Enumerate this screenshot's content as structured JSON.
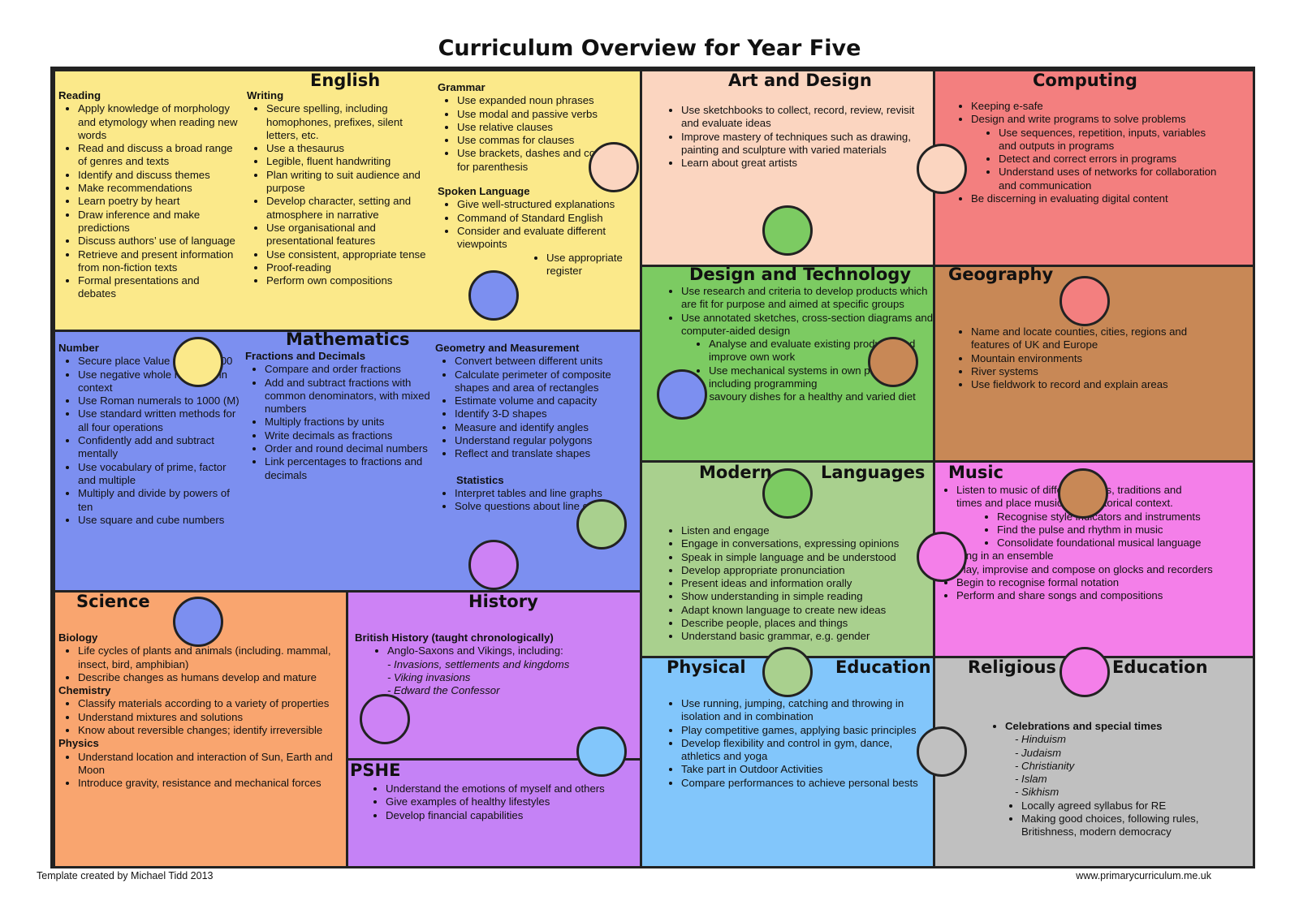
{
  "title": "Curriculum Overview for Year Five",
  "footer": {
    "left": "Template created by Michael Tidd  2013",
    "right": "www.primarycurriculum.me.uk"
  },
  "english": {
    "title": "English",
    "reading": {
      "heading": "Reading",
      "items": [
        "Apply knowledge of morphology and etymology when reading new words",
        "Read and discuss a broad range of genres and texts",
        "Identify and discuss themes",
        "Make recommendations",
        "Learn poetry by heart",
        "Draw inference and make predictions",
        "Discuss authors’ use of language",
        "Retrieve and present information from non-fiction texts",
        "Formal presentations and debates"
      ]
    },
    "writing": {
      "heading": "Writing",
      "items": [
        "Secure spelling, including homophones, prefixes, silent letters, etc.",
        "Use a thesaurus",
        "Legible, fluent handwriting",
        "Plan writing to suit audience and purpose",
        "Develop character, setting and atmosphere in narrative",
        "Use organisational and presentational features",
        "Use consistent, appropriate tense",
        "Proof-reading",
        "Perform own compositions"
      ]
    },
    "grammar": {
      "heading": "Grammar",
      "items": [
        "Use expanded noun phrases",
        "Use modal and passive verbs",
        "Use relative clauses",
        "Use commas for clauses",
        "Use brackets, dashes and commas for parenthesis"
      ]
    },
    "spoken": {
      "heading": "Spoken Language",
      "items": [
        "Give well-structured explanations",
        "Command of Standard English",
        "Consider and evaluate different viewpoints"
      ],
      "sub": [
        "Use appropriate register"
      ]
    }
  },
  "art": {
    "title": "Art and Design",
    "items": [
      "Use sketchbooks to collect, record, review, revisit and evaluate ideas",
      "Improve mastery of techniques such as drawing, painting and sculpture with varied materials",
      "Learn about great artists"
    ]
  },
  "computing": {
    "title": "Computing",
    "items": [
      "Keeping e-safe",
      "Design and write programs to solve problems"
    ],
    "sub": [
      "Use sequences, repetition, inputs, variables and outputs in programs",
      "Detect and correct errors in programs",
      "Understand uses of networks for collaboration and communication"
    ],
    "last": [
      "Be discerning in evaluating digital content"
    ]
  },
  "maths": {
    "title": "Mathematics",
    "number": {
      "heading": "Number",
      "items": [
        "Secure place Value to 1,000,000",
        "Use negative whole numbers in context",
        "Use Roman numerals to 1000 (M)",
        "Use standard written methods for all four operations",
        "Confidently add and subtract mentally",
        "Use vocabulary of prime, factor and multiple",
        "Multiply and divide by powers of ten",
        "Use square and cube numbers"
      ]
    },
    "fractions": {
      "heading": "Fractions and Decimals",
      "items": [
        "Compare and order fractions",
        "Add and subtract fractions with common denominators, with mixed numbers",
        "Multiply fractions by units",
        "Write decimals as fractions",
        "Order and round decimal numbers",
        "Link percentages to fractions and decimals"
      ]
    },
    "geometry": {
      "heading": "Geometry and Measurement",
      "items": [
        "Convert between different units",
        "Calculate perimeter of composite shapes and area of rectangles",
        "Estimate volume and capacity",
        "Identify 3-D shapes",
        "Measure and identify angles",
        "Understand regular polygons",
        "Reflect and translate shapes"
      ]
    },
    "statistics": {
      "heading": "Statistics",
      "items": [
        "Interpret tables and line graphs",
        "Solve questions about line graphs"
      ]
    }
  },
  "dt": {
    "title": "Design and Technology",
    "items": [
      "Use research and criteria to develop products which are fit for purpose and aimed at specific groups",
      "Use annotated sketches, cross-section diagrams and computer-aided design"
    ],
    "sub": [
      "Analyse and evaluate existing products and improve own work",
      "Use mechanical systems in own products, including programming"
    ],
    "last": [
      "Cook savoury dishes for a healthy and varied diet"
    ]
  },
  "geography": {
    "title": "Geography",
    "items": [
      "Name and locate counties, cities, regions and features of UK and Europe",
      "Mountain environments",
      "River systems",
      "Use fieldwork to record and explain areas"
    ]
  },
  "languages": {
    "title_left": "Modern",
    "title_right": "Languages",
    "items": [
      "Listen and engage",
      "Engage in conversations, expressing opinions",
      "Speak in simple language and be understood",
      "Develop appropriate pronunciation",
      "Present ideas and information orally",
      "Show understanding in simple reading",
      "Adapt known language to create new ideas",
      "Describe people, places and things",
      "Understand basic grammar, e.g. gender"
    ]
  },
  "music": {
    "title": "Music",
    "intro": "Listen to music of different styles, traditions and times and place music in its historical context.",
    "sub": [
      "Recognise style indicators and instruments",
      "Find the pulse and rhythm in music",
      "Consolidate foundational musical language"
    ],
    "items": [
      "Sing in an ensemble",
      "Play, improvise and compose on glocks and recorders",
      "Begin to recognise formal notation",
      "Perform and share songs and compositions"
    ]
  },
  "science": {
    "title": "Science",
    "biology": {
      "heading": "Biology",
      "items": [
        "Life cycles of plants and animals (including. mammal, insect, bird, amphibian)",
        "Describe changes as humans develop and mature"
      ]
    },
    "chemistry": {
      "heading": "Chemistry",
      "items": [
        "Classify materials according to a variety of properties",
        "Understand mixtures and solutions",
        "Know about reversible changes; identify irreversible"
      ]
    },
    "physics": {
      "heading": "Physics",
      "items": [
        "Understand location and interaction of Sun, Earth and Moon",
        "Introduce gravity, resistance and mechanical forces"
      ]
    }
  },
  "history": {
    "title": "History",
    "heading": "British History (taught chronologically)",
    "items": [
      "Anglo-Saxons and Vikings, including:"
    ],
    "dashes": [
      "- Invasions, settlements and kingdoms",
      "- Viking invasions",
      "- Edward the Confessor"
    ]
  },
  "pshe": {
    "title": "PSHE",
    "items": [
      "Understand the emotions of myself and others",
      "Give examples of healthy lifestyles",
      "Develop financial capabilities"
    ]
  },
  "pe": {
    "title_left": "Physical",
    "title_right": "Education",
    "items": [
      "Use running, jumping, catching and throwing in isolation and in combination",
      "Play competitive games, applying basic principles",
      "Develop flexibility and control in gym, dance, athletics and yoga",
      "Take part in Outdoor Activities",
      "Compare performances to achieve personal bests"
    ]
  },
  "re": {
    "title_left": "Religious",
    "title_right": "Education",
    "heading": "Celebrations and special times",
    "dashes": [
      "- Hinduism",
      "- Judaism",
      "- Christianity",
      "- Islam",
      "- Sikhism"
    ],
    "items": [
      "Locally agreed syllabus for RE",
      "Making good choices, following rules, Britishness, modern democracy"
    ]
  },
  "colors": {
    "english": "#fbe98a",
    "art": "#fbd5c0",
    "computing": "#f37f7f",
    "maths": "#7c8ff0",
    "dt": "#7ccb62",
    "geography": "#c88856",
    "languages": "#a9d08e",
    "music": "#f47fe9",
    "science": "#f9a56f",
    "history": "#cd82f5",
    "pshe": "#c582f6",
    "pe": "#82c6fb",
    "re": "#c0c0c0"
  }
}
